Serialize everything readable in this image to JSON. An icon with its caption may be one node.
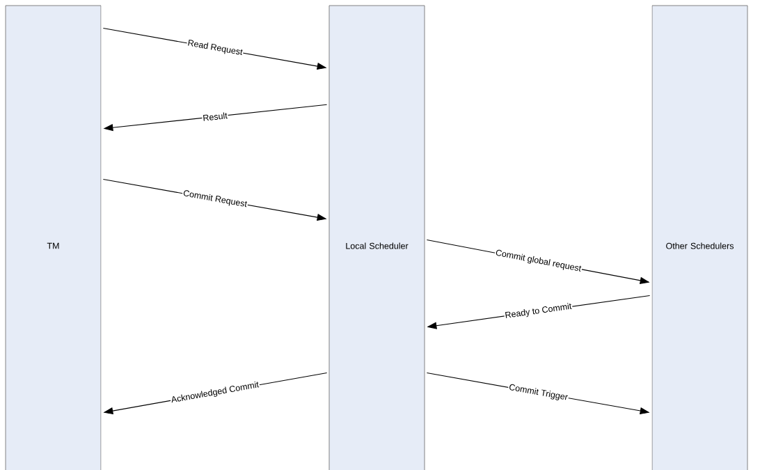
{
  "diagram": {
    "nodes": [
      {
        "text": [
          "TM"
        ]
      },
      {
        "text": [
          "Local Scheduler"
        ]
      },
      {
        "text": [
          "Other Schedulers"
        ]
      }
    ],
    "edges": [
      {
        "from": 0,
        "to": 1,
        "arrow": "to",
        "label": "Read Request"
      },
      {
        "from": 1,
        "to": 0,
        "arrow": "to",
        "label": "Result"
      },
      {
        "from": 0,
        "to": 1,
        "arrow": "to",
        "label": "Commit Request"
      },
      {
        "from": 1,
        "to": 2,
        "arrow": "to",
        "label": "Commit global request"
      },
      {
        "from": 2,
        "to": 1,
        "arrow": "to",
        "label": "Ready to Commit"
      },
      {
        "from": 1,
        "to": 0,
        "arrow": "to",
        "label": "Acknowledged Commit"
      },
      {
        "from": 1,
        "to": 2,
        "arrow": "to",
        "label": "Commit Trigger"
      }
    ]
  }
}
